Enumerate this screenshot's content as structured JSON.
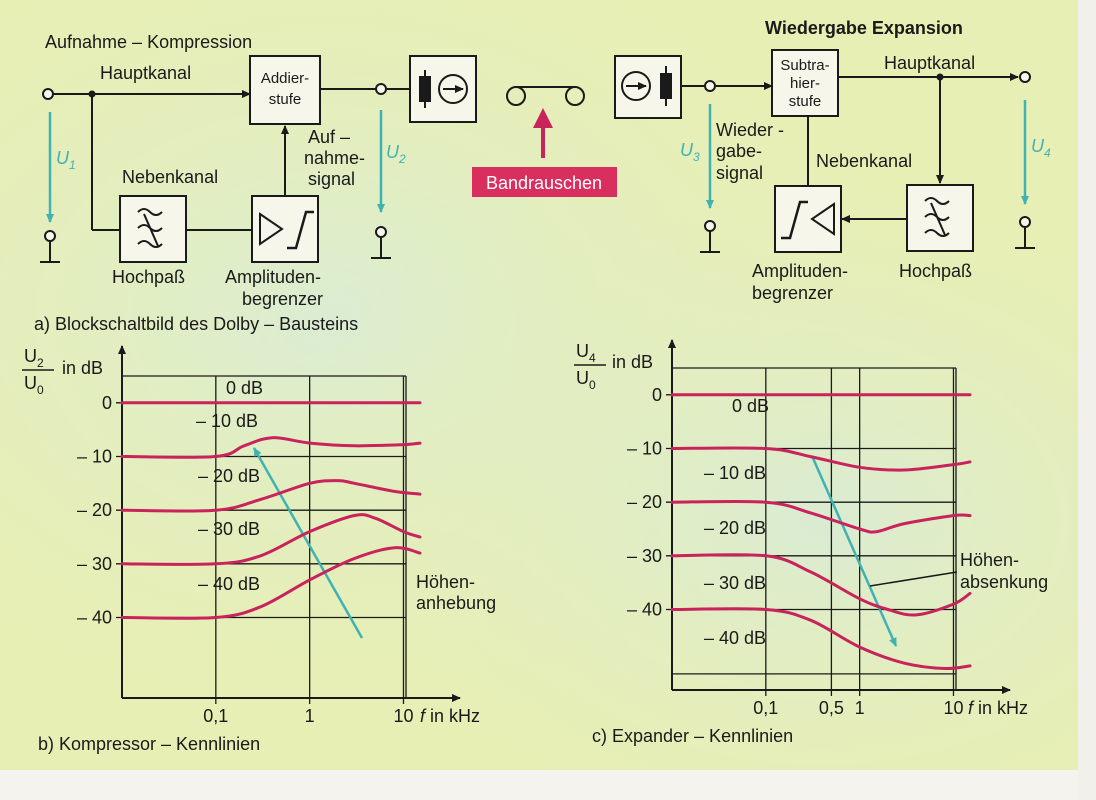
{
  "block_diagram": {
    "recording_title": "Aufnahme – Kompression",
    "playback_title": "Wiedergabe Expansion",
    "main_channel_rec": "Hauptkanal",
    "main_channel_play": "Hauptkanal",
    "side_channel_rec": "Nebenkanal",
    "side_channel_play": "Nebenkanal",
    "adder_line1": "Addier-",
    "adder_line2": "stufe",
    "subtractor_line1": "Subtra-",
    "subtractor_line2": "hier-",
    "subtractor_line3": "stufe",
    "highpass_rec": "Hochpaß",
    "highpass_play": "Hochpaß",
    "limiter_rec_line1": "Amplituden-",
    "limiter_rec_line2": "begrenzer",
    "limiter_play_line1": "Amplituden-",
    "limiter_play_line2": "begrenzer",
    "rec_signal_1": "Auf –",
    "rec_signal_2": "nahme-",
    "rec_signal_3": "signal",
    "play_signal_1": "Wieder -",
    "play_signal_2": "gabe-",
    "play_signal_3": "signal",
    "tape_noise": "Bandrauschen",
    "u1_main": "U",
    "u1_sub": "1",
    "u2_main": "U",
    "u2_sub": "2",
    "u3_main": "U",
    "u3_sub": "3",
    "u4_main": "U",
    "u4_sub": "4",
    "caption": "a) Blockschaltbild des Dolby – Bausteins",
    "colors": {
      "accent": "#c8235a",
      "voltage_arrows": "#3fb2b2",
      "badge": "#d92f5e"
    }
  },
  "compressor_chart": {
    "ylabel_num": "U",
    "ylabel_num_sub": "2",
    "ylabel_den": "U",
    "ylabel_den_sub": "0",
    "ylabel_unit": "in dB",
    "xlabel": "f in kHz",
    "annotation_line1": "Höhen-",
    "annotation_line2": "anhebung",
    "caption": "b) Kompressor – Kennlinien"
  },
  "expander_chart": {
    "ylabel_num": "U",
    "ylabel_num_sub": "4",
    "ylabel_den": "U",
    "ylabel_den_sub": "0",
    "ylabel_unit": "in dB",
    "xlabel": "f in kHz",
    "annotation_line1": "Höhen-",
    "annotation_line2": "absenkung",
    "caption": "c) Expander – Kennlinien"
  },
  "chart_data": [
    {
      "type": "line",
      "x_scale": "log",
      "xlim": [
        0.01,
        15
      ],
      "ylim": [
        -55,
        5
      ],
      "grid": true,
      "x_ticks": [
        {
          "value": 0.1,
          "label": "0,1"
        },
        {
          "value": 1,
          "label": "1"
        },
        {
          "value": 10,
          "label": "10"
        }
      ],
      "y_ticks": [
        {
          "value": 0,
          "label": "0"
        },
        {
          "value": -10,
          "label": "– 10"
        },
        {
          "value": -20,
          "label": "– 20"
        },
        {
          "value": -30,
          "label": "– 30"
        },
        {
          "value": -40,
          "label": "– 40"
        }
      ],
      "series": [
        {
          "name": "0 dB",
          "x": [
            0.01,
            0.1,
            1,
            10,
            15
          ],
          "y": [
            0,
            0,
            0,
            0,
            0
          ]
        },
        {
          "name": "– 10 dB",
          "x": [
            0.01,
            0.1,
            0.2,
            0.4,
            1,
            3,
            10,
            15
          ],
          "y": [
            -10,
            -10,
            -8,
            -6.5,
            -7.5,
            -8,
            -7.8,
            -7.5
          ]
        },
        {
          "name": "– 20 dB",
          "x": [
            0.01,
            0.1,
            0.3,
            1,
            2,
            3,
            8,
            15
          ],
          "y": [
            -20,
            -20,
            -18,
            -15,
            -14.5,
            -15,
            -16.5,
            -17
          ]
        },
        {
          "name": "– 30 dB",
          "x": [
            0.01,
            0.1,
            0.3,
            1,
            3,
            5,
            10,
            15
          ],
          "y": [
            -30,
            -30,
            -28.5,
            -24,
            -21,
            -21.5,
            -24,
            -25
          ]
        },
        {
          "name": "– 40 dB",
          "x": [
            0.01,
            0.1,
            0.3,
            1,
            3,
            8,
            15
          ],
          "y": [
            -40,
            -40,
            -38,
            -33,
            -29,
            -27,
            -28
          ]
        }
      ]
    },
    {
      "type": "line",
      "x_scale": "log",
      "xlim": [
        0.01,
        15
      ],
      "ylim": [
        -55,
        5
      ],
      "grid": true,
      "x_ticks": [
        {
          "value": 0.1,
          "label": "0,1"
        },
        {
          "value": 0.5,
          "label": "0,5"
        },
        {
          "value": 1,
          "label": "1"
        },
        {
          "value": 10,
          "label": "10"
        }
      ],
      "y_ticks": [
        {
          "value": 0,
          "label": "0"
        },
        {
          "value": -10,
          "label": "– 10"
        },
        {
          "value": -20,
          "label": "– 20"
        },
        {
          "value": -30,
          "label": "– 30"
        },
        {
          "value": -40,
          "label": "– 40"
        }
      ],
      "series": [
        {
          "name": "0 dB",
          "x": [
            0.01,
            0.1,
            1,
            10,
            15
          ],
          "y": [
            0,
            0,
            0,
            0,
            0
          ]
        },
        {
          "name": "– 10 dB",
          "x": [
            0.01,
            0.1,
            0.3,
            1,
            3,
            10,
            15
          ],
          "y": [
            -10,
            -10,
            -11.5,
            -13.5,
            -14,
            -13,
            -12.5
          ]
        },
        {
          "name": "– 20 dB",
          "x": [
            0.01,
            0.1,
            0.3,
            1,
            1.5,
            3,
            10,
            15
          ],
          "y": [
            -20,
            -20,
            -22,
            -25,
            -25.5,
            -24,
            -22.5,
            -22.5
          ]
        },
        {
          "name": "– 30 dB",
          "x": [
            0.01,
            0.1,
            0.3,
            1,
            2,
            4,
            10,
            15
          ],
          "y": [
            -30,
            -30,
            -33,
            -38,
            -40,
            -41,
            -39,
            -37
          ]
        },
        {
          "name": "– 40 dB",
          "x": [
            0.01,
            0.1,
            0.3,
            1,
            3,
            8,
            15
          ],
          "y": [
            -40,
            -40,
            -42,
            -47,
            -50,
            -51,
            -50.5
          ]
        }
      ]
    }
  ]
}
